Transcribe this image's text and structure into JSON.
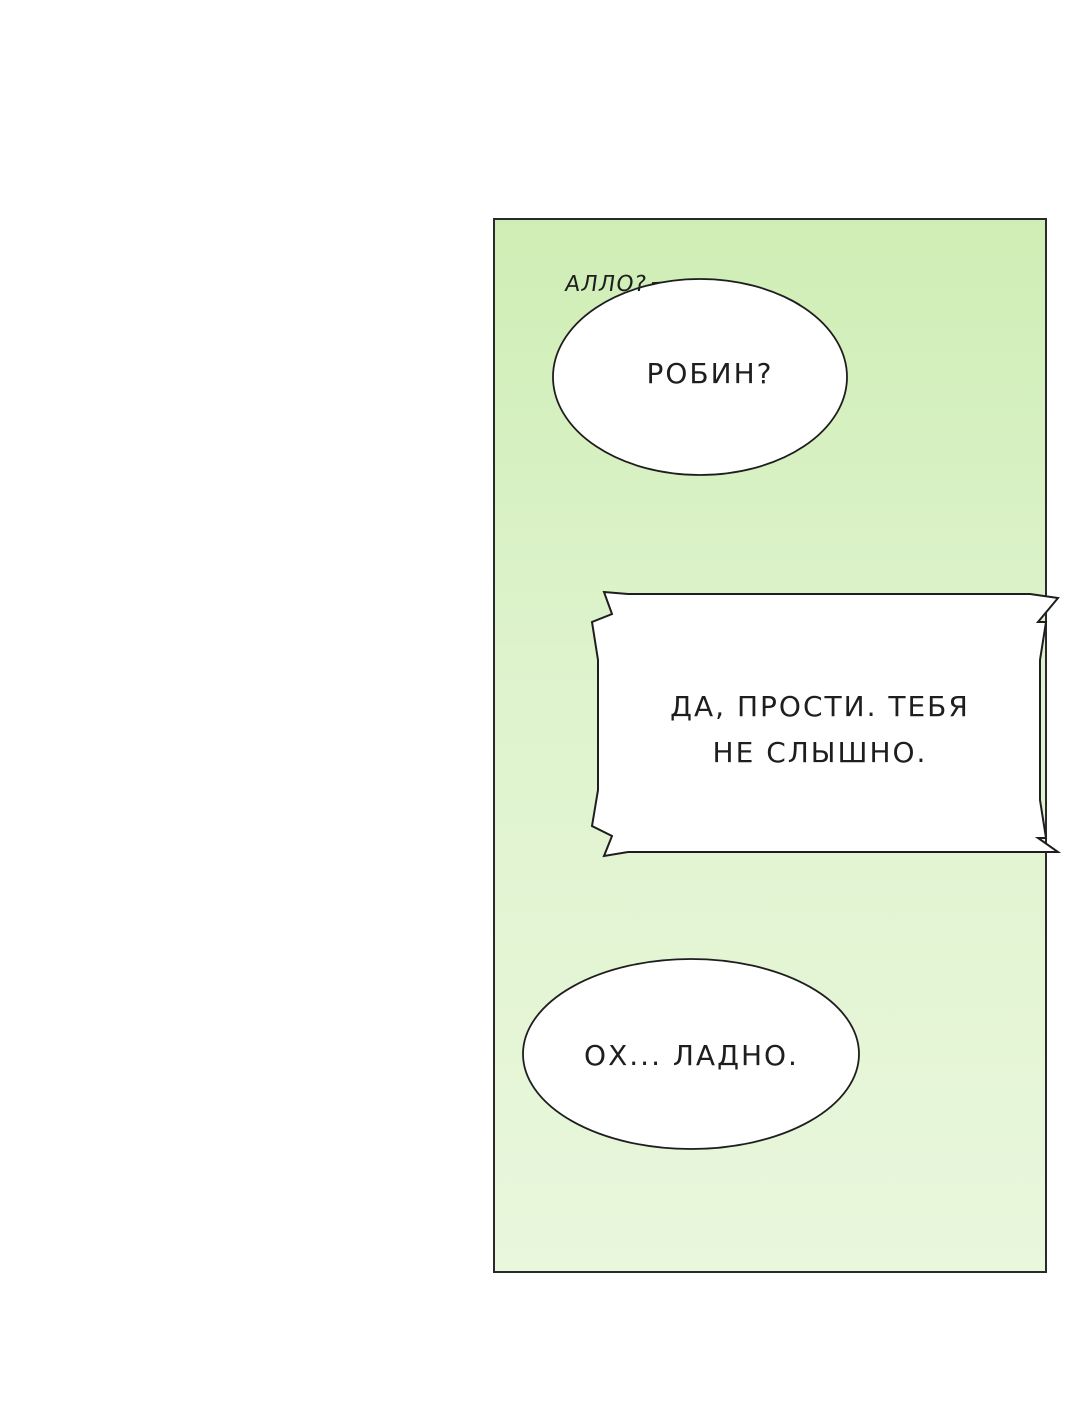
{
  "page": {
    "background": "#ffffff",
    "panel_background": "#d8f0c2",
    "outline_color": "#1e1e1e"
  },
  "dialogue": {
    "offscreen_line": "АЛЛО?",
    "bubble_1": "РОБИН?",
    "bubble_2_line_1": "ДА, ПРОСТИ. ТЕБЯ",
    "bubble_2_line_2": "НЕ СЛЫШНО.",
    "bubble_3": "ОХ... ЛАДНО."
  }
}
